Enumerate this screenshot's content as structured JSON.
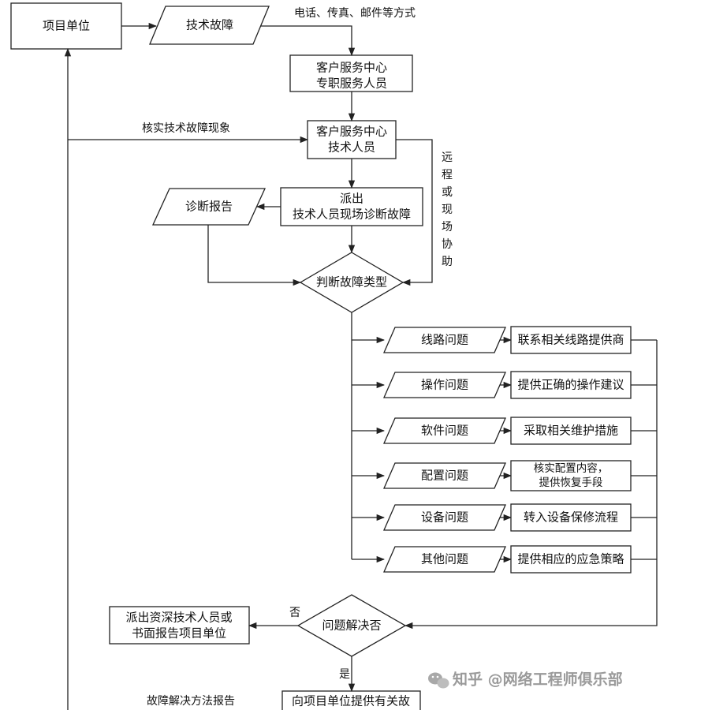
{
  "nodes": {
    "project_unit": "项目单位",
    "tech_fault": "技术故障",
    "cs_staff_1": "客户服务中心",
    "cs_staff_2": "专职服务人员",
    "cs_tech_1": "客户服务中心",
    "cs_tech_2": "技术人员",
    "dispatch_1": "派出",
    "dispatch_2": "技术人员现场诊断故障",
    "diag_report": "诊断报告",
    "judge_type": "判断故障类型",
    "resolved": "问题解决否",
    "senior_1": "派出资深技术人员或",
    "senior_2": "书面报告项目单位",
    "provide_report": "向项目单位提供有关故"
  },
  "categories": [
    {
      "problem": "线路问题",
      "actions": [
        "联系相关线路提供商"
      ]
    },
    {
      "problem": "操作问题",
      "actions": [
        "提供正确的操作建议"
      ]
    },
    {
      "problem": "软件问题",
      "actions": [
        "采取相关维护措施"
      ]
    },
    {
      "problem": "配置问题",
      "actions": [
        "核实配置内容，",
        "提供恢复手段"
      ]
    },
    {
      "problem": "设备问题",
      "actions": [
        "转入设备保修流程"
      ]
    },
    {
      "problem": "其他问题",
      "actions": [
        "提供相应的应急策略"
      ]
    }
  ],
  "labels": {
    "contact_methods": "电话、传真、邮件等方式",
    "verify_phenomenon": "核实技术故障现象",
    "remote_or_onsite": [
      "远",
      "程",
      "或",
      "现",
      "场",
      "协",
      "助"
    ],
    "no": "否",
    "yes": "是",
    "solution_report": "故障解决方法报告"
  },
  "watermark": {
    "text": "知乎 @网络工程师俱乐部",
    "icon": "wechat-icon"
  }
}
